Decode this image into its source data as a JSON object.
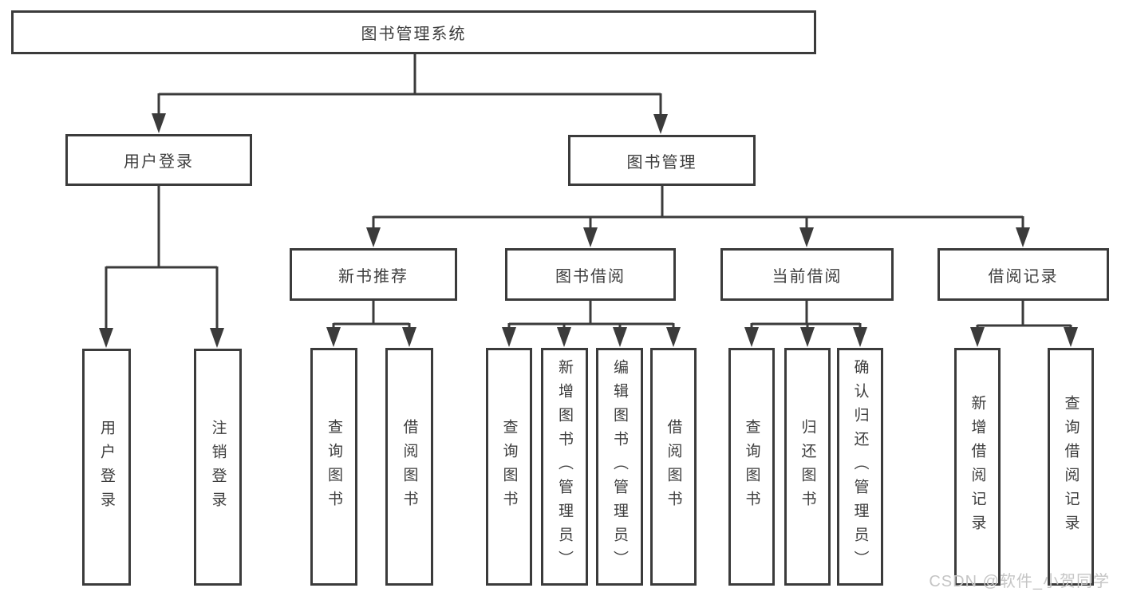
{
  "diagram_type": "functional-structure-tree",
  "tree": {
    "label": "图书管理系统",
    "children": [
      {
        "label": "用户登录",
        "children": [
          {
            "label": "用户登录"
          },
          {
            "label": "注销登录"
          }
        ]
      },
      {
        "label": "图书管理",
        "children": [
          {
            "label": "新书推荐",
            "children": [
              {
                "label": "查询图书"
              },
              {
                "label": "借阅图书"
              }
            ]
          },
          {
            "label": "图书借阅",
            "children": [
              {
                "label": "查询图书"
              },
              {
                "label": "新增图书（管理员）"
              },
              {
                "label": "编辑图书（管理员）"
              },
              {
                "label": "借阅图书"
              }
            ]
          },
          {
            "label": "当前借阅",
            "children": [
              {
                "label": "查询图书"
              },
              {
                "label": "归还图书"
              },
              {
                "label": "确认归还（管理员）"
              }
            ]
          },
          {
            "label": "借阅记录",
            "children": [
              {
                "label": "新增借阅记录"
              },
              {
                "label": "查询借阅记录"
              }
            ]
          }
        ]
      }
    ]
  },
  "watermark": {
    "text": "CSDN @软件_小贺同学"
  },
  "colors": {
    "line": "#3b3b3b",
    "box_border": "#3b3b3b",
    "text": "#3d3d3d",
    "background": "#ffffff",
    "watermark": "#c5c5c5"
  }
}
